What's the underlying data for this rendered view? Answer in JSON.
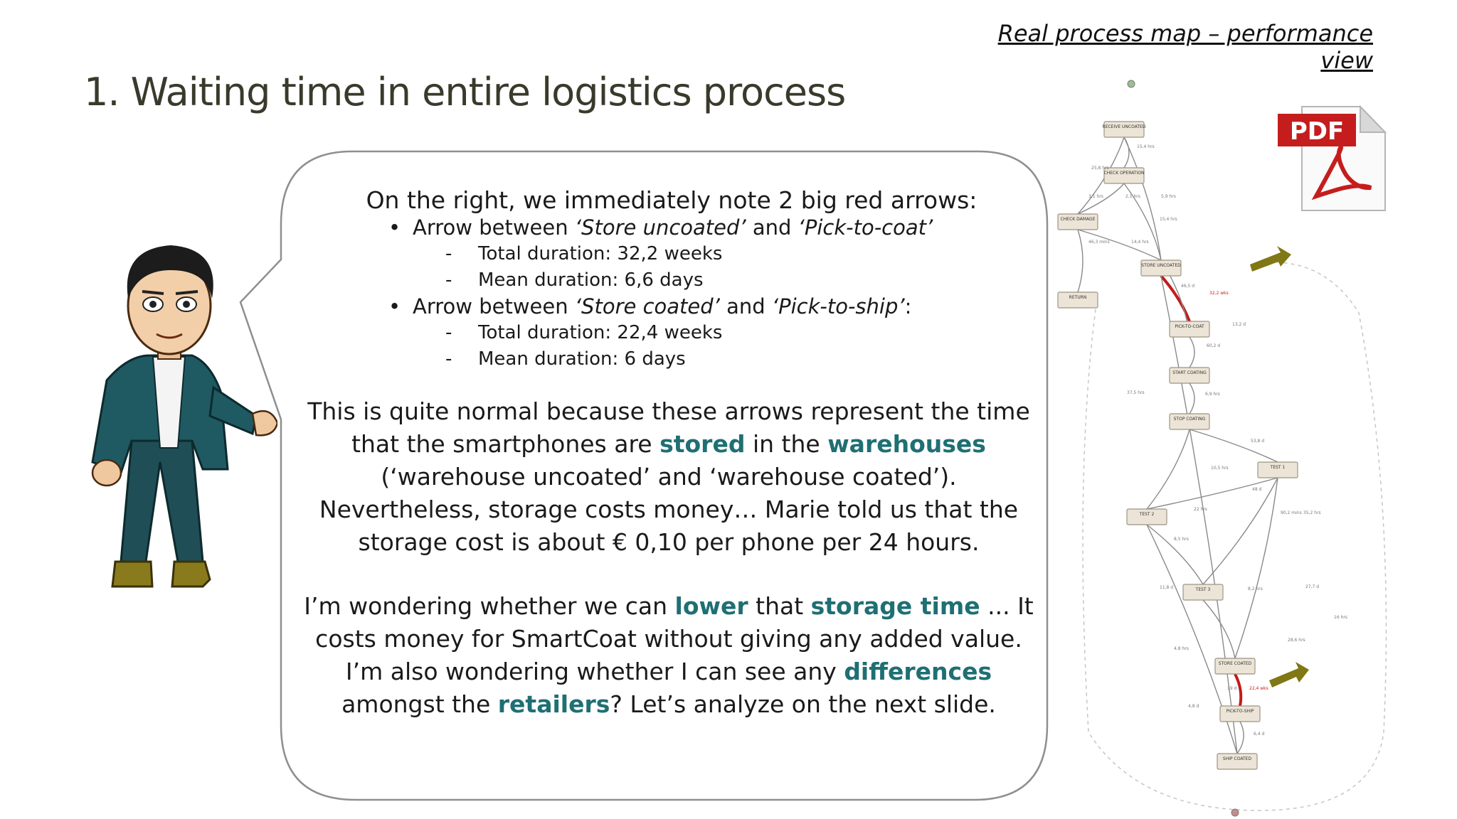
{
  "header": {
    "corner_label": "Real process map – performance view",
    "title": "1. Waiting time in entire logistics process"
  },
  "bubble": {
    "intro": "On the right, we immediately note 2 big red arrows:",
    "bullets": [
      {
        "prefix": "Arrow between ",
        "from": "‘Store uncoated’",
        "mid": " and ",
        "to": "‘Pick-to-coat’",
        "suffix": "",
        "details": [
          "Total duration: 32,2 weeks",
          "Mean duration: 6,6 days"
        ]
      },
      {
        "prefix": "Arrow between ",
        "from": "‘Store coated’",
        "mid": " and ",
        "to": "‘Pick-to-ship’",
        "suffix": ":",
        "details": [
          "Total duration: 22,4 weeks",
          "Mean duration: 6 days"
        ]
      }
    ],
    "para1": {
      "t1": "This is quite normal because these arrows represent the time that the smartphones are ",
      "h1": "stored",
      "t2": " in the ",
      "h2": "warehouses",
      "t3": " (‘warehouse uncoated’ and ‘warehouse coated’). Nevertheless, storage costs money… Marie told us that the storage cost is about € 0,10 per phone per 24 hours."
    },
    "para2": {
      "t1": "I’m wondering whether we can ",
      "h1": "lower",
      "t2": " that ",
      "h2": "storage time",
      "t3": " ... It costs money for SmartCoat without giving any added value. I’m also wondering whether I can see any ",
      "h3": "differences",
      "t4": " amongst the ",
      "h4": "retailers",
      "t5": "? Let’s analyze on the next slide."
    }
  },
  "pdf_icon": {
    "label": "PDF"
  },
  "process_map": {
    "nodes": [
      "RECEIVE UNCOATED",
      "CHECK OPERATION",
      "CHECK DAMAGE",
      "STORE UNCOATED",
      "RETURN",
      "PICK-TO-COAT",
      "START COATING",
      "STOP COATING",
      "TEST 1",
      "TEST 2",
      "TEST 3",
      "STORE COATED",
      "PICK-TO-SHIP",
      "SHIP COATED"
    ],
    "edge_labels": [
      "15,4 hrs",
      "25,8 hrs",
      "3,1 hrs",
      "2,1 hrs",
      "5,9 hrs",
      "15,4 hrs",
      "46,3 mins",
      "14,4 hrs",
      "46,5 d",
      "32,2 wks",
      "13,2 d",
      "60,2 d",
      "6,9 hrs",
      "37,5 hrs",
      "10,5 hrs",
      "53,8 d",
      "48 d",
      "22 hrs",
      "90,2 mins",
      "35,2 hrs",
      "8,5 hrs",
      "4,8 hrs",
      "11,8 d",
      "8,2 hrs",
      "27,7 d",
      "28,6 hrs",
      "4,8 d",
      "19 d",
      "22,4 wks",
      "6,4 d",
      "16 hrs"
    ],
    "colors": {
      "node_fill": "#ece4d6",
      "node_border": "#9c9585",
      "edge": "#8a8a8a",
      "highlight_edge": "#c21b1b",
      "pointer_arrow": "#807715"
    }
  },
  "avatar": {
    "name": "avatar"
  },
  "colors": {
    "highlight": "#1f6f73",
    "title": "#3a3a2c",
    "bubble_border": "#8f8f8f"
  }
}
